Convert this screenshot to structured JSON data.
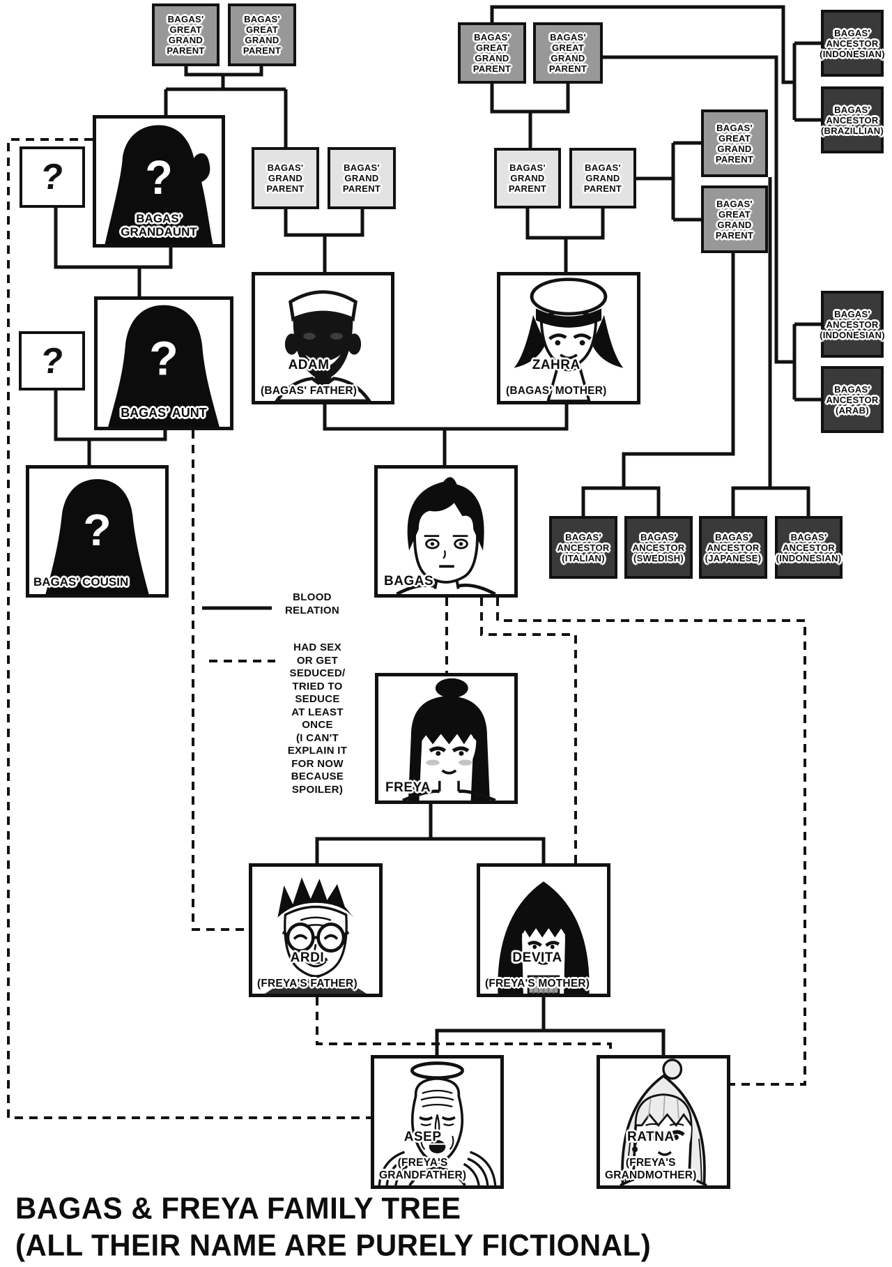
{
  "title": {
    "line1": "BAGAS & FREYA FAMILY TREE",
    "line2": "(ALL THEIR NAME ARE PURELY FICTIONAL)"
  },
  "legend": {
    "blood": "BLOOD\nRELATION",
    "seduce": "HAD SEX\nOR GET\nSEDUCED/\nTRIED TO\nSEDUCE\nAT LEAST\nONCE\n(I CAN'T\nEXPLAIN IT\nFOR NOW\nBECAUSE\nSPOILER)"
  },
  "labels": {
    "ggp": "BAGAS'\nGREAT\nGRAND\nPARENT",
    "gp": "BAGAS'\nGRAND\nPARENT",
    "anc_indonesian": "BAGAS'\nANCESTOR\n(INDONESIAN)",
    "anc_brazillian": "BAGAS'\nANCESTOR\n(BRAZILLIAN)",
    "anc_arab": "BAGAS'\nANCESTOR\n(ARAB)",
    "anc_italian": "BAGAS'\nANCESTOR\n(ITALIAN)",
    "anc_swedish": "BAGAS'\nANCESTOR\n(SWEDISH)",
    "anc_japanese": "BAGAS'\nANCESTOR\n(JAPANESE)",
    "question_mark": "?",
    "grandaunt": "BAGAS'\nGRANDAUNT",
    "aunt": "BAGAS' AUNT",
    "cousin": "BAGAS' COUSIN"
  },
  "people": {
    "adam": {
      "name": "ADAM",
      "sub": "(BAGAS' FATHER)"
    },
    "zahra": {
      "name": "ZAHRA",
      "sub": "(BAGAS' MOTHER)"
    },
    "bagas": {
      "name": "BAGAS",
      "sub": ""
    },
    "freya": {
      "name": "FREYA",
      "sub": ""
    },
    "ardi": {
      "name": "ARDI",
      "sub": "(FREYA'S FATHER)"
    },
    "devita": {
      "name": "DEVITA",
      "sub": "(FREYA'S MOTHER)"
    },
    "asep": {
      "name": "ASEP",
      "sub": "(FREYA'S\nGRANDFATHER)"
    },
    "ratna": {
      "name": "RATNA",
      "sub": "(FREYA'S\nGRANDMOTHER)"
    }
  },
  "colors": {
    "line": "#111111",
    "box_dark": "#3a3a3a",
    "box_mid": "#989898",
    "box_light": "#e3e3e3"
  }
}
